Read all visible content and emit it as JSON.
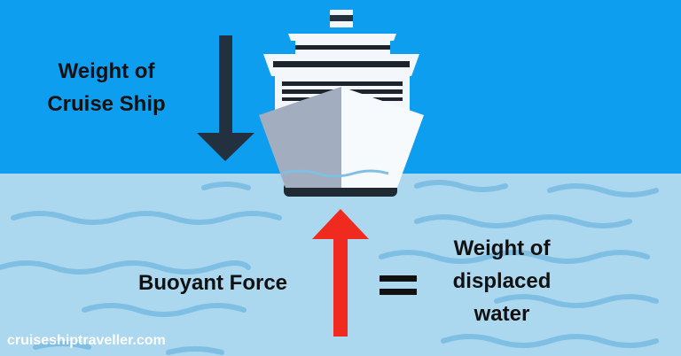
{
  "labels": {
    "weight_ship_line1": "Weight of",
    "weight_ship_line2": "Cruise Ship",
    "buoyant_force": "Buoyant Force",
    "weight_water_line1": "Weight of",
    "weight_water_line2": "displaced",
    "weight_water_line3": "water",
    "equals_sign": "="
  },
  "watermark": "cruiseshiptraveller.com",
  "colors": {
    "sky": "#0e9ef0",
    "water": "#abd7ef",
    "wave": "#80bfe4",
    "down_arrow": "#233040",
    "up_arrow": "#f02a1e"
  }
}
